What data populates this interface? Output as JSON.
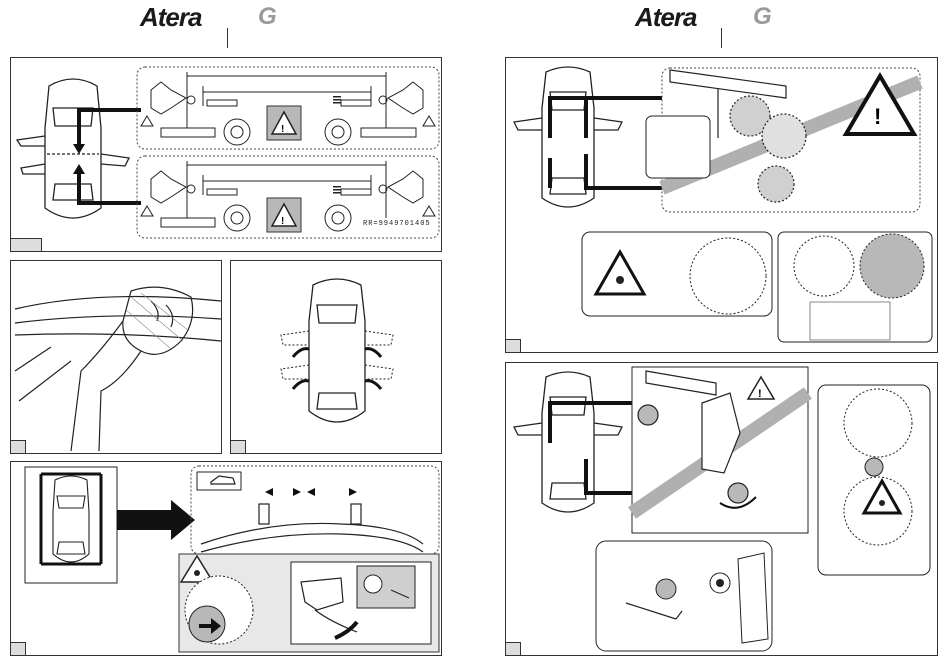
{
  "header": {
    "brand_name": "Atera",
    "brand_suffix": "G"
  },
  "panel_1": {
    "part_code": "RR=9949701405"
  },
  "colors": {
    "line": "#222222",
    "arrow": "#111111",
    "warning_fill": "#ffffff",
    "grey_fill": "#b8b8b8",
    "panel_bg": "#ffffff"
  },
  "icons": [
    "car-top-view-icon",
    "warning-triangle-icon",
    "eye-warning-icon",
    "torque-dial-icon",
    "hand-cleaning-icon",
    "roof-foot-icon",
    "hex-key-icon",
    "screwdriver-icon"
  ]
}
